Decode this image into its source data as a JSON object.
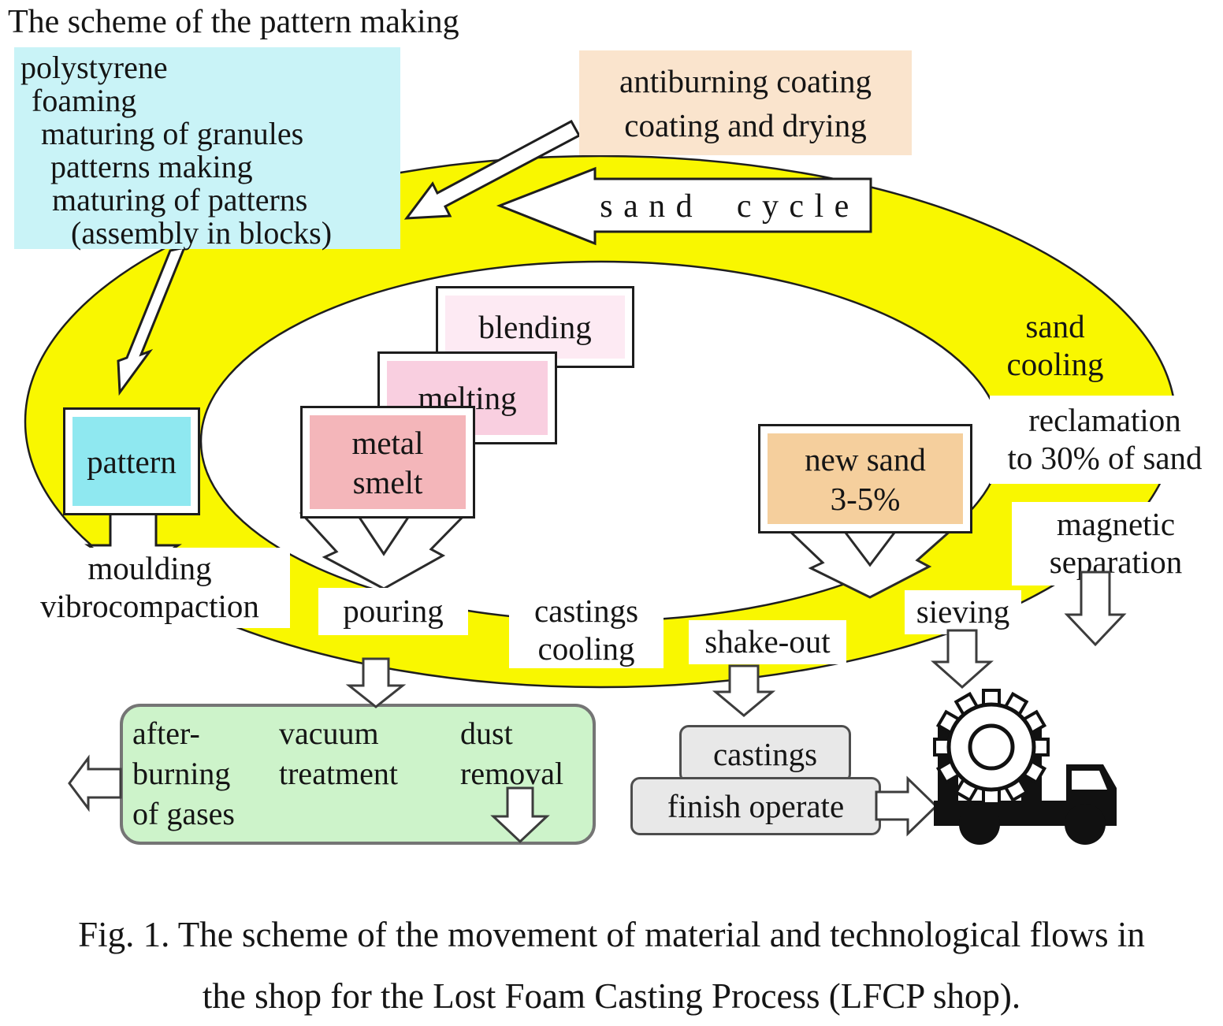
{
  "title": "The scheme of the pattern making",
  "caption": {
    "line1": "Fig. 1. The scheme of the movement of material and technological flows in",
    "line2": "the shop for the Lost Foam Casting Process (LFCP shop)."
  },
  "colors": {
    "ring_yellow": "#f9f700",
    "cyan_panel": "#c9f3f7",
    "cyan_inner": "#8fe8f0",
    "peach_panel": "#fae4cd",
    "pink_light": "#fdeaf3",
    "pink_mid": "#f9cfe0",
    "salmon": "#f4b6ba",
    "orange_inner": "#f5cf9d",
    "green_panel": "#cdf3ca",
    "gray_panel": "#e8e8e8"
  },
  "pattern_scheme": {
    "lines": [
      "polystyrene",
      "foaming",
      "maturing of granules",
      "patterns making",
      "maturing of patterns",
      "(assembly in blocks)"
    ]
  },
  "coating": {
    "line1": "antiburning coating",
    "line2": "coating and drying"
  },
  "sand_cycle_label": "sand cycle",
  "process_boxes": {
    "blending": "blending",
    "melting": "melting",
    "metal_smelt": {
      "line1": "metal",
      "line2": "smelt"
    },
    "pattern": "pattern",
    "new_sand": {
      "line1": "new sand",
      "line2": "3-5%"
    }
  },
  "ring_labels": {
    "sand_cooling": {
      "line1": "sand",
      "line2": "cooling"
    },
    "reclamation": {
      "line1": "reclamation",
      "line2": "to 30% of sand"
    },
    "magnetic": {
      "line1": "magnetic",
      "line2": "separation"
    },
    "moulding": {
      "line1": "moulding",
      "line2": "vibrocompaction"
    },
    "pouring": "pouring",
    "castings_cooling": {
      "line1": "castings",
      "line2": "cooling"
    },
    "shake_out": "shake-out",
    "sieving": "sieving"
  },
  "treatment_box": {
    "col1": {
      "line1": "after-",
      "line2": "burning",
      "line3": "of gases"
    },
    "col2": {
      "line1": "vacuum",
      "line2": "treatment"
    },
    "col3": {
      "line1": "dust",
      "line2": "removal"
    }
  },
  "output": {
    "castings": "castings",
    "finish_operate": "finish operate"
  }
}
